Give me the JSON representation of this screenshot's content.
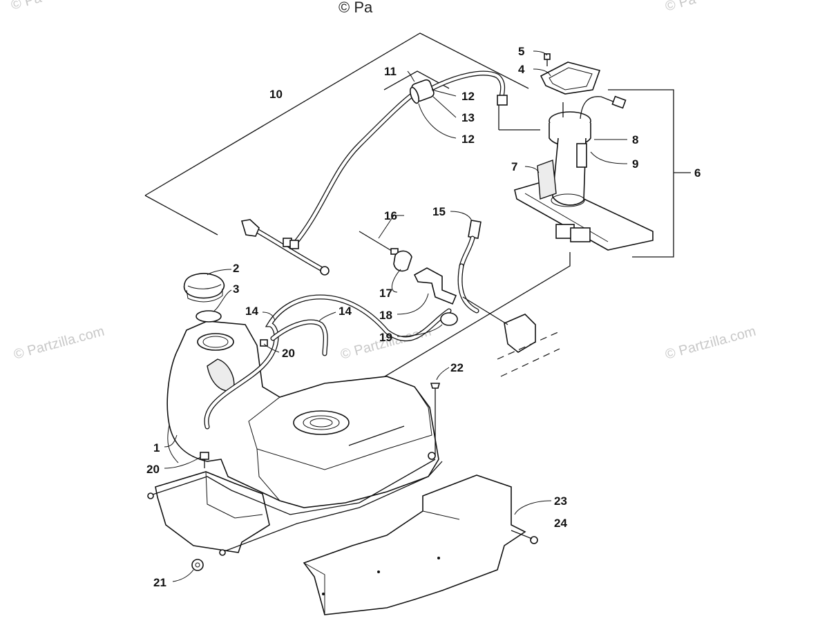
{
  "watermarks": {
    "top": "© Pa",
    "top_left": "© Pa",
    "top_right": "© Pa",
    "left": "© Partzilla.com",
    "center": "© Partzilla.com",
    "right": "© Partzilla.com"
  },
  "callouts": {
    "c1": "1",
    "c2": "2",
    "c3": "3",
    "c4": "4",
    "c5": "5",
    "c6": "6",
    "c7": "7",
    "c8": "8",
    "c9": "9",
    "c10": "10",
    "c11": "11",
    "c12a": "12",
    "c12b": "12",
    "c13": "13",
    "c14a": "14",
    "c14b": "14",
    "c15": "15",
    "c16": "16",
    "c17": "17",
    "c18": "18",
    "c19": "19",
    "c20a": "20",
    "c20b": "20",
    "c21": "21",
    "c22": "22",
    "c23": "23",
    "c24": "24"
  }
}
